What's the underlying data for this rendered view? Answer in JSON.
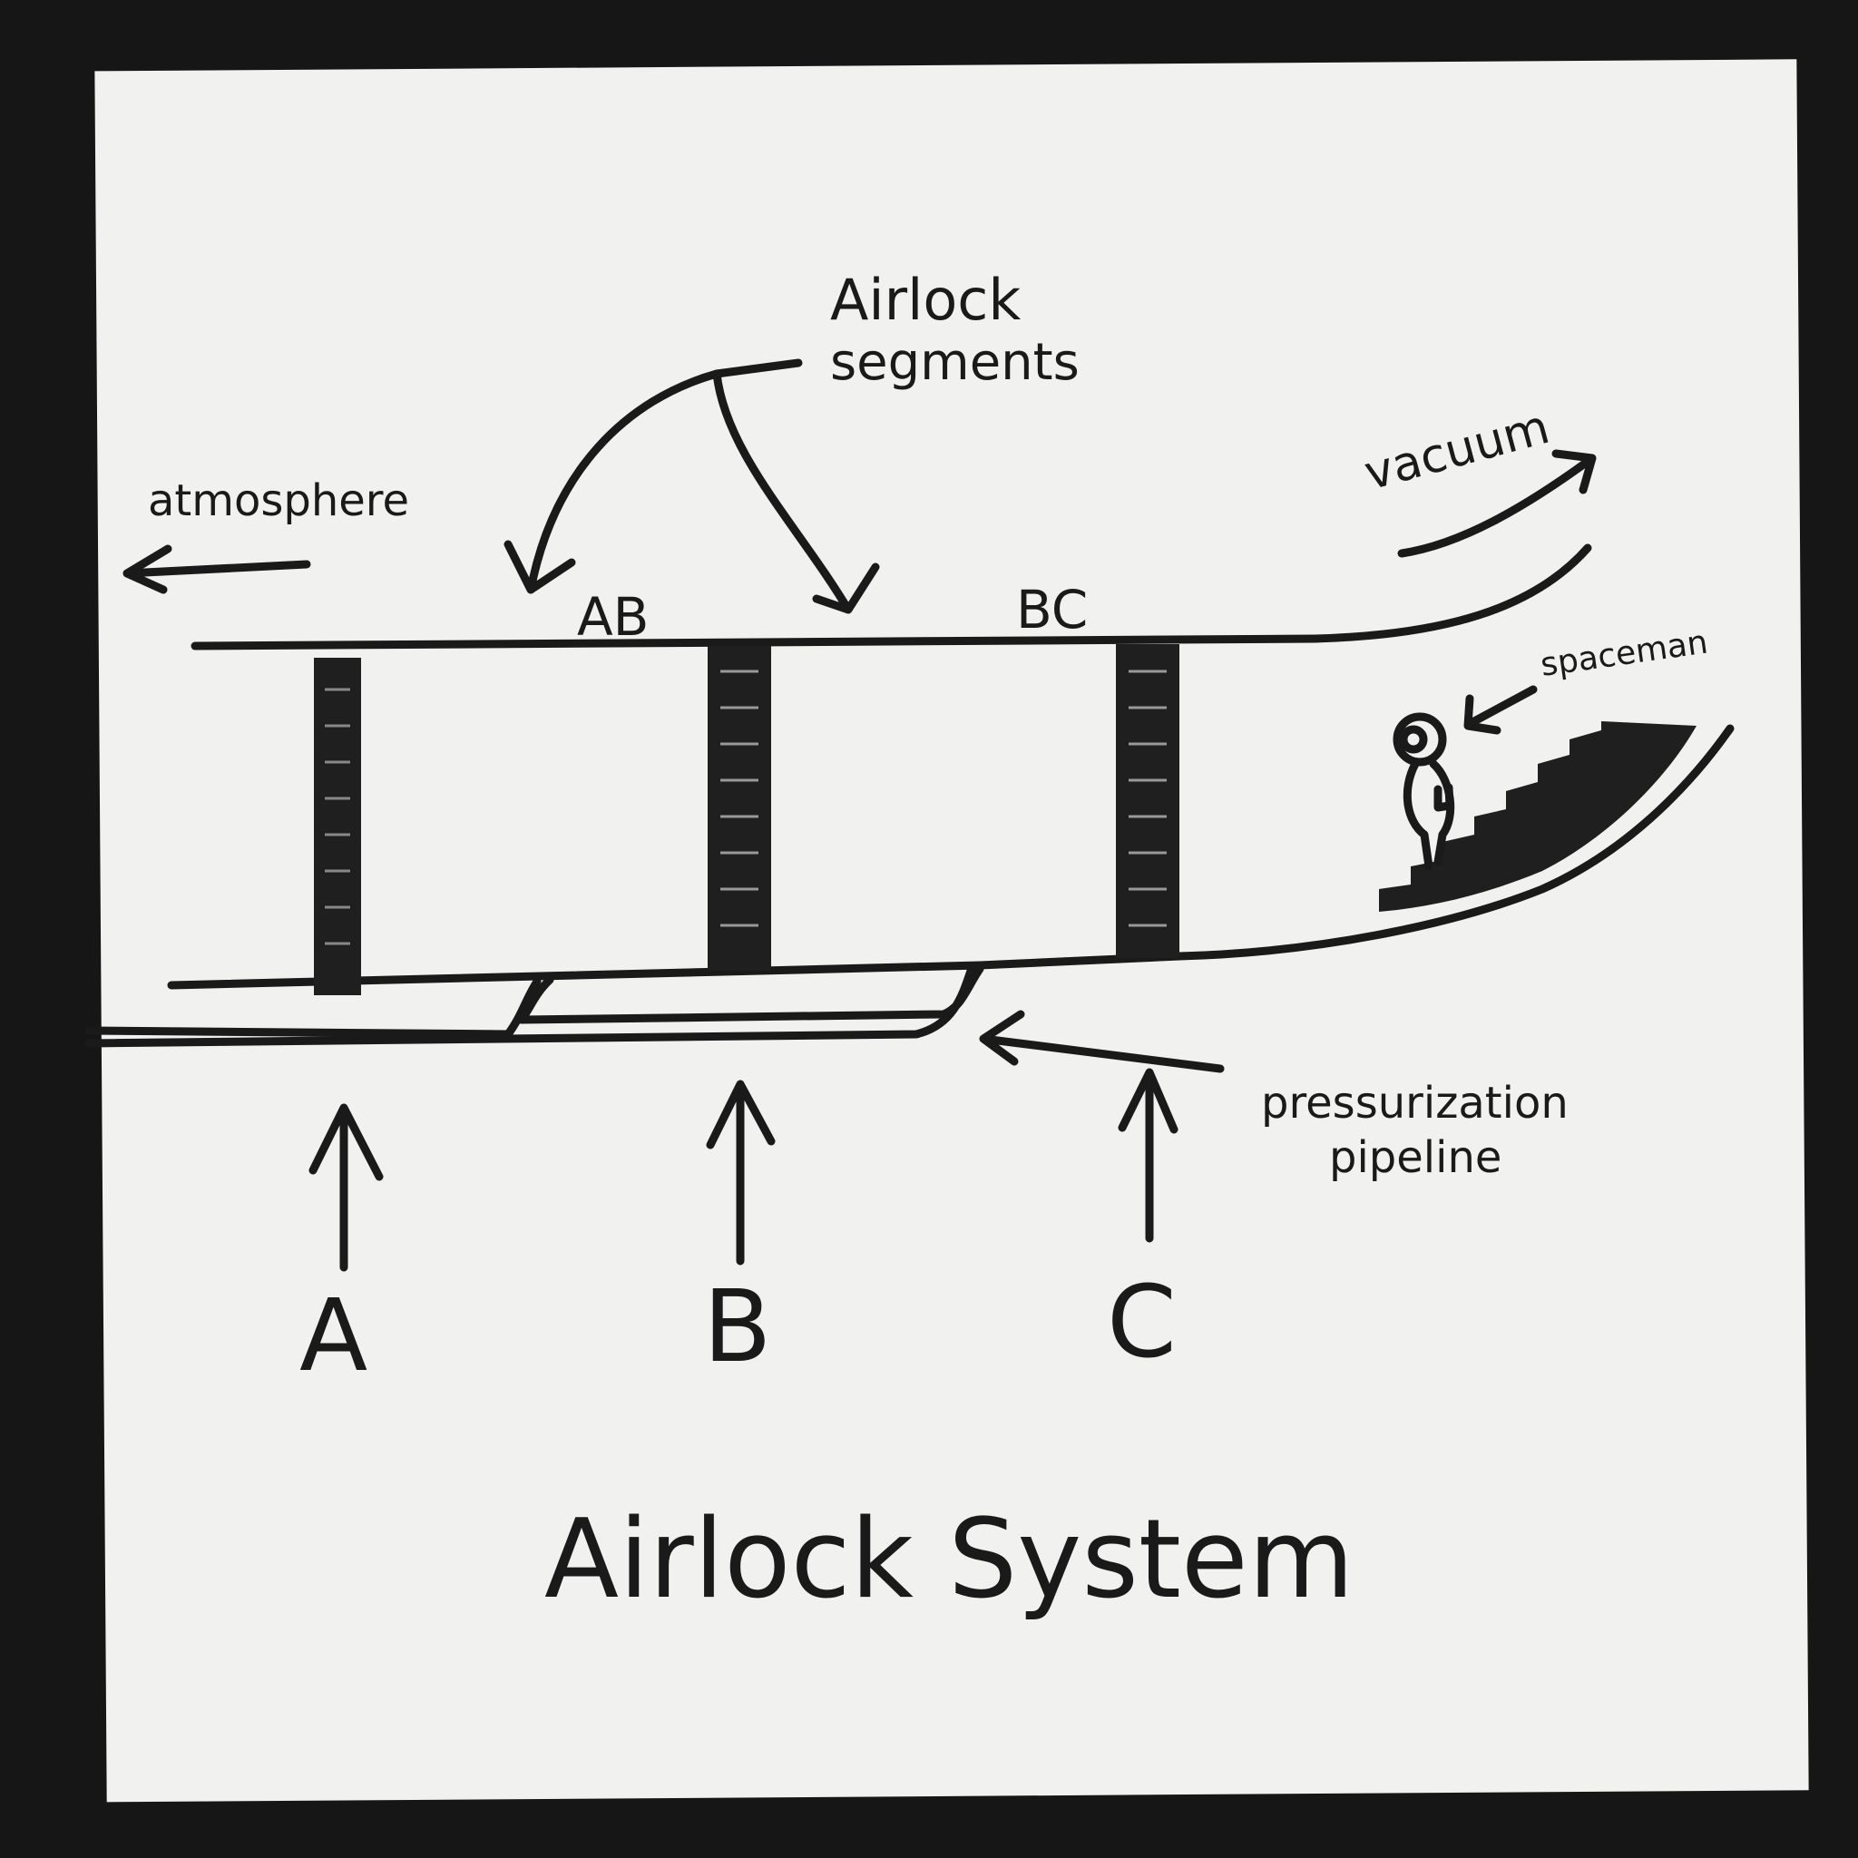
{
  "title": "Airlock System",
  "callouts": {
    "segments_line1": "Airlock",
    "segments_line2": "segments",
    "atmosphere": "atmosphere",
    "vacuum": "vacuum",
    "spaceman": "spaceman",
    "pipeline_line1": "pressurization",
    "pipeline_line2": "pipeline"
  },
  "segments": [
    "AB",
    "BC"
  ],
  "doors": [
    "A",
    "B",
    "C"
  ],
  "colors": {
    "paper": "#f1f1ef",
    "ink": "#1a1a1a",
    "background": "#161616"
  }
}
